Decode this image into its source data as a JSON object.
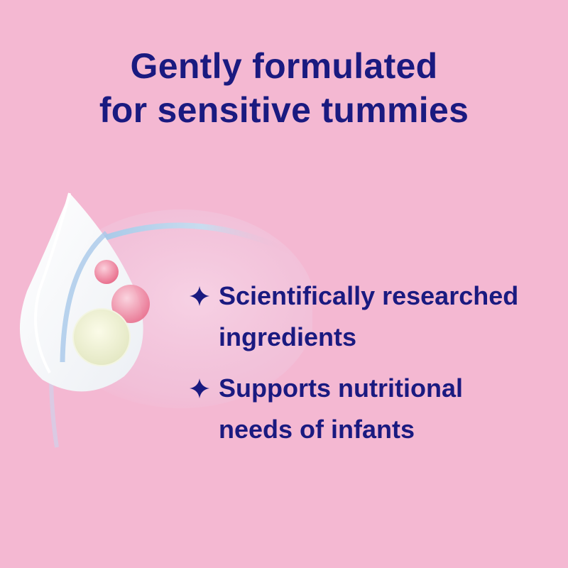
{
  "headline": {
    "line1": "Gently formulated",
    "line2": "for sensitive tummies"
  },
  "colors": {
    "background": "#f4b8d2",
    "text": "#1a1a80",
    "star": "#1a1a80"
  },
  "illustration": {
    "icon": "milk-drop-with-nutrient-bubbles-icon"
  },
  "bullets": [
    {
      "icon": "sparkle-star-icon",
      "line1": "Scientifically researched",
      "line2": "ingredients"
    },
    {
      "icon": "sparkle-star-icon",
      "line1": "Supports nutritional",
      "line2": "needs of infants"
    }
  ]
}
